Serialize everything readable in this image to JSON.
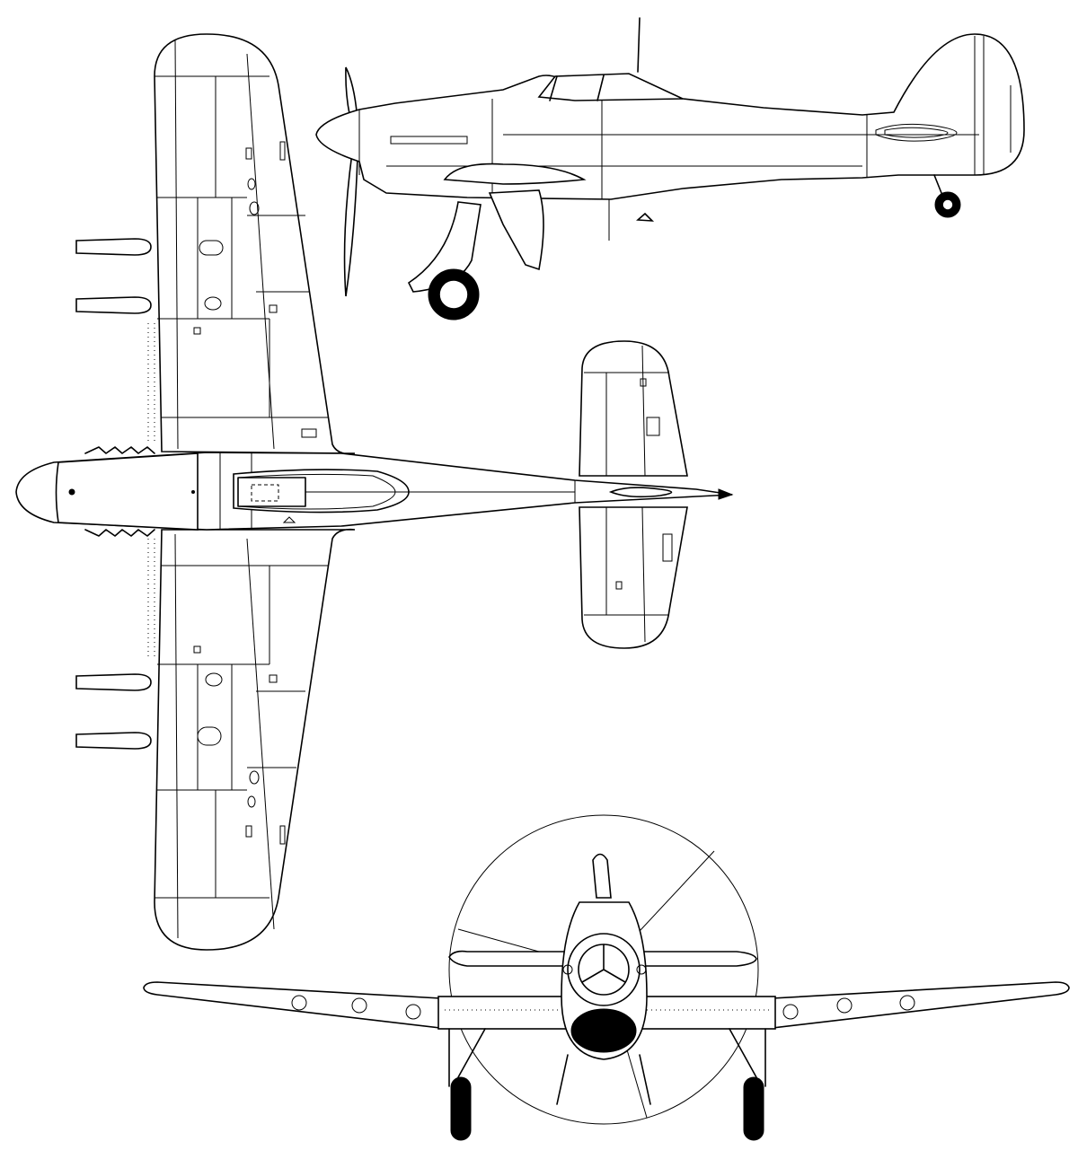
{
  "drawing": {
    "views": [
      "plan-view",
      "side-view",
      "front-view"
    ],
    "line_color": "#000000",
    "background_color": "#ffffff"
  }
}
